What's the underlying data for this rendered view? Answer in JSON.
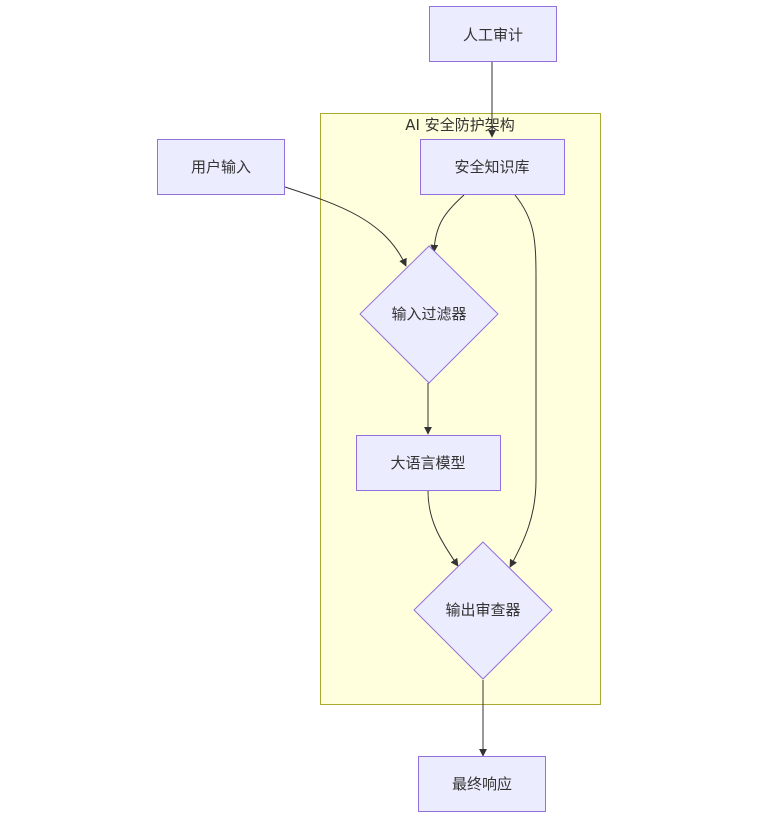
{
  "diagram": {
    "type": "flowchart",
    "subgraph": {
      "title": "AI 安全防护架构"
    },
    "nodes": {
      "audit": {
        "label": "人工审计",
        "shape": "rect"
      },
      "user_input": {
        "label": "用户输入",
        "shape": "rect"
      },
      "knowledge": {
        "label": "安全知识库",
        "shape": "rect"
      },
      "input_filter": {
        "label": "输入过滤器",
        "shape": "diamond"
      },
      "llm": {
        "label": "大语言模型",
        "shape": "rect"
      },
      "output_checker": {
        "label": "输出审查器",
        "shape": "diamond"
      },
      "final": {
        "label": "最终响应",
        "shape": "rect"
      }
    },
    "edges": [
      {
        "from": "人工审计",
        "to": "安全知识库"
      },
      {
        "from": "用户输入",
        "to": "输入过滤器"
      },
      {
        "from": "安全知识库",
        "to": "输入过滤器"
      },
      {
        "from": "安全知识库",
        "to": "输出审查器"
      },
      {
        "from": "输入过滤器",
        "to": "大语言模型"
      },
      {
        "from": "大语言模型",
        "to": "输出审查器"
      },
      {
        "from": "输出审查器",
        "to": "最终响应"
      }
    ],
    "colors": {
      "node_fill": "#ECECFF",
      "node_stroke": "#9370DB",
      "cluster_fill": "#ffffde",
      "cluster_stroke": "#aaaa33",
      "edge": "#333333"
    }
  }
}
